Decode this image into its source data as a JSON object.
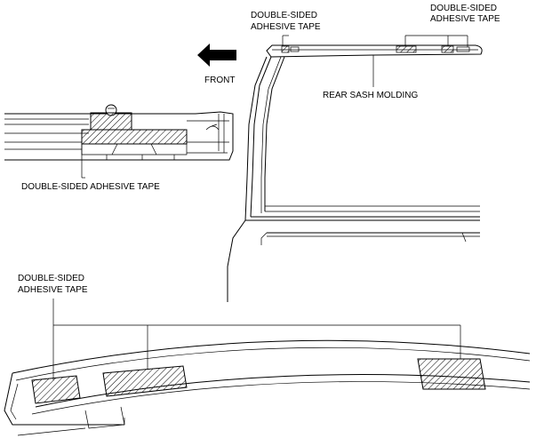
{
  "labels": {
    "tape_top_left_line1": "DOUBLE-SIDED",
    "tape_top_left_line2": "ADHESIVE TAPE",
    "tape_top_right_line1": "DOUBLE-SIDED",
    "tape_top_right_line2": "ADHESIVE TAPE",
    "front": "FRONT",
    "rear_sash_molding": "REAR SASH MOLDING",
    "tape_detail": "DOUBLE-SIDED ADHESIVE TAPE",
    "tape_bottom_line1": "DOUBLE-SIDED",
    "tape_bottom_line2": "ADHESIVE TAPE"
  },
  "colors": {
    "line": "#000000",
    "background": "#ffffff"
  },
  "icons": {
    "front_arrow": "arrow-left-icon"
  }
}
